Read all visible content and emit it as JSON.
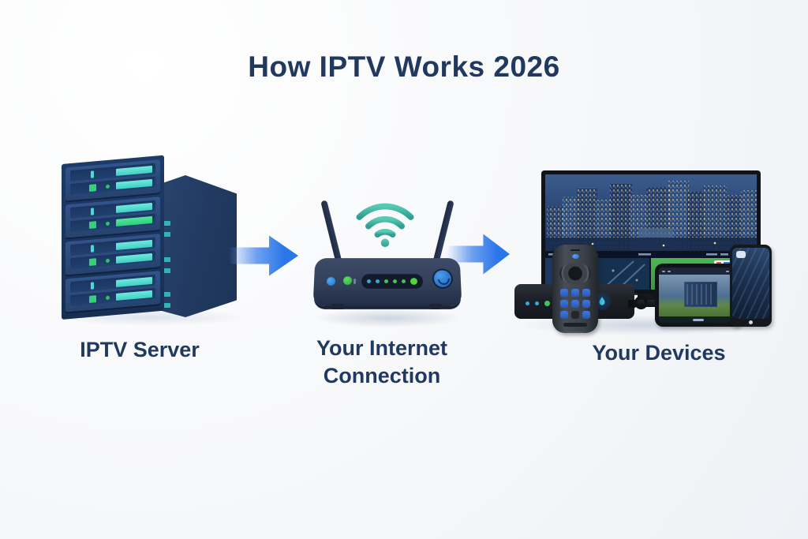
{
  "title": "How IPTV Works 2026",
  "flow": {
    "stages": [
      {
        "id": "server",
        "label": "IPTV Server",
        "icon": "server-rack-icon"
      },
      {
        "id": "internet",
        "label": "Your Internet Connection",
        "icon": "wifi-router-icon"
      },
      {
        "id": "devices",
        "label": "Your Devices",
        "icon": "multi-device-icon"
      }
    ],
    "connector_icon": "arrow-right-icon"
  },
  "icons": {
    "arrow-right-icon": "→",
    "wifi-icon": "wifi arcs with dot",
    "server-rack-icon": "two 3d server towers",
    "multi-device-icon": "tv, streaming box, remote, tablet, phone"
  },
  "colors": {
    "background": "#f4f6f9",
    "heading_text": "#22395f",
    "arrow_blue": "#2b76e8",
    "wifi_teal": "#3cb3a2",
    "server_front_blue": "#2f5187",
    "server_dark_navy": "#1c3459",
    "teal_bar": "#3fcfc4",
    "green_led": "#35d07a",
    "router_body": "#33405a",
    "router_button_blue": "#2f86e0",
    "tv_sky_blue": "#27406b",
    "tv_green_panel": "#47b14f",
    "device_dark": "#1c2026"
  }
}
